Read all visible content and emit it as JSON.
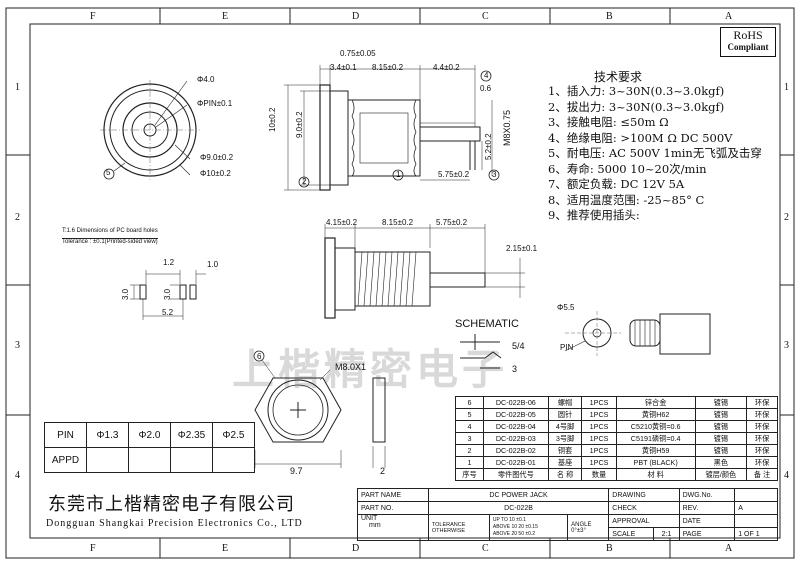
{
  "zones": {
    "cols": [
      "F",
      "E",
      "D",
      "C",
      "B",
      "A"
    ],
    "rows": [
      "1",
      "2",
      "3",
      "4"
    ]
  },
  "rohs": {
    "line1": "RoHS",
    "line2": "Compliant"
  },
  "tech": {
    "title": "技术要求",
    "items": [
      "1、插入力: 3~30N(0.3~3.0kgf)",
      "2、拔出力: 3~30N(0.3~3.0kgf)",
      "3、接触电阻: ≤50m Ω",
      "4、绝缘电阻: >100M Ω   DC  500V",
      "5、耐电压: AC  500V  1min无飞弧及击穿",
      "6、寿命: 5000 10~20次/min",
      "7、额定负载: DC  12V  5A",
      "8、适用温度范围: -25~85° C",
      "9、推荐使用插头:"
    ]
  },
  "front_view": {
    "d1": "Φ4.0",
    "d2": "ΦPIN±0.1",
    "d3": "Φ9.0±0.2",
    "d4": "Φ10±0.2",
    "callout": "5"
  },
  "side_view": {
    "top1": "0.75±0.05",
    "top2": "3.4±0.1",
    "top3": "8.15±0.2",
    "top4": "4.4±0.2",
    "h1": "10±0.2",
    "h2": "9.0±0.2",
    "thread": "M8X0.75",
    "pin_h": "5.2±0.2",
    "pin_t": "0.6",
    "bottom": "5.75±0.2",
    "c1": "1",
    "c2": "2",
    "c3": "3",
    "c4": "4"
  },
  "lower_side": {
    "a": "4.15±0.2",
    "b": "8.15±0.2",
    "c": "5.75±0.2",
    "d": "2.15±0.1"
  },
  "pcb": {
    "title": "T:1.6 Dimensions of PC board holes",
    "tolerance": "Tolerance : ±0.1(Printed-sided view)",
    "d12": "1.2",
    "d10": "1.0",
    "d30a": "3.0",
    "d30b": "3.0",
    "d52": "5.2"
  },
  "plug": {
    "d55": "Φ5.5",
    "pin": "PIN"
  },
  "schematic": {
    "title": "SCHEMATIC",
    "p54": "5/4",
    "p3": "3"
  },
  "nut": {
    "thread": "M8.0X1",
    "w": "9.7",
    "t": "2",
    "callout": "6"
  },
  "pin_table": {
    "row1": [
      "PIN",
      "Φ1.3",
      "Φ2.0",
      "Φ2.35",
      "Φ2.5"
    ],
    "row2": [
      "APPD",
      "",
      "",
      "",
      ""
    ]
  },
  "bom": {
    "rows": [
      [
        "6",
        "DC-022B-06",
        "螺帽",
        "1PCS",
        "锌合金",
        "镀锡",
        "环保"
      ],
      [
        "5",
        "DC-022B-05",
        "圆针",
        "1PCS",
        "黄铜H62",
        "镀锡",
        "环保"
      ],
      [
        "4",
        "DC-022B-04",
        "4号脚",
        "1PCS",
        "C5210黄铜=0.6",
        "镀锡",
        "环保"
      ],
      [
        "3",
        "DC-022B-03",
        "3号脚",
        "1PCS",
        "C5191磷铜=0.4",
        "镀锡",
        "环保"
      ],
      [
        "2",
        "DC-022B-02",
        "铜套",
        "1PCS",
        "黄铜H59",
        "镀锡",
        "环保"
      ],
      [
        "1",
        "DC-022B-01",
        "基座",
        "1PCS",
        "PBT (BLACK)",
        "黑色",
        "环保"
      ]
    ],
    "header": [
      "序号",
      "零件图代号",
      "名 称",
      "数量",
      "材 料",
      "镀层/颜色",
      "备 注"
    ]
  },
  "title_block": {
    "part_name_l": "PART NAME",
    "part_name": "DC POWER JACK",
    "drawing": "DRAWING",
    "dwg_no": "DWG.No.",
    "part_no_l": "PART NO.",
    "part_no": "DC-022B",
    "check": "CHECK",
    "rev_l": "REV.",
    "rev": "A",
    "unit_l": "UNIT",
    "unit": "mm",
    "tol_l": "TOLERANCE",
    "other_l": "OTHERWISE",
    "tol1": "UP TO 10   ±0.1",
    "tol2": "ABOVE 10  20  ±0.15",
    "tol3": "ABOVE 20  50  ±0.2",
    "angle_l": "ANGLE",
    "angle": "0°±3°",
    "approval": "APPROVAL",
    "date": "DATE",
    "scale_l": "SCALE",
    "scale": "2:1",
    "page_l": "PAGE",
    "page": "1 OF 1"
  },
  "company": {
    "cn": "东莞市上楷精密电子有限公司",
    "en": "Dongguan Shangkai Precision Electronics Co., LTD",
    "watermark": "上楷精密电子"
  }
}
